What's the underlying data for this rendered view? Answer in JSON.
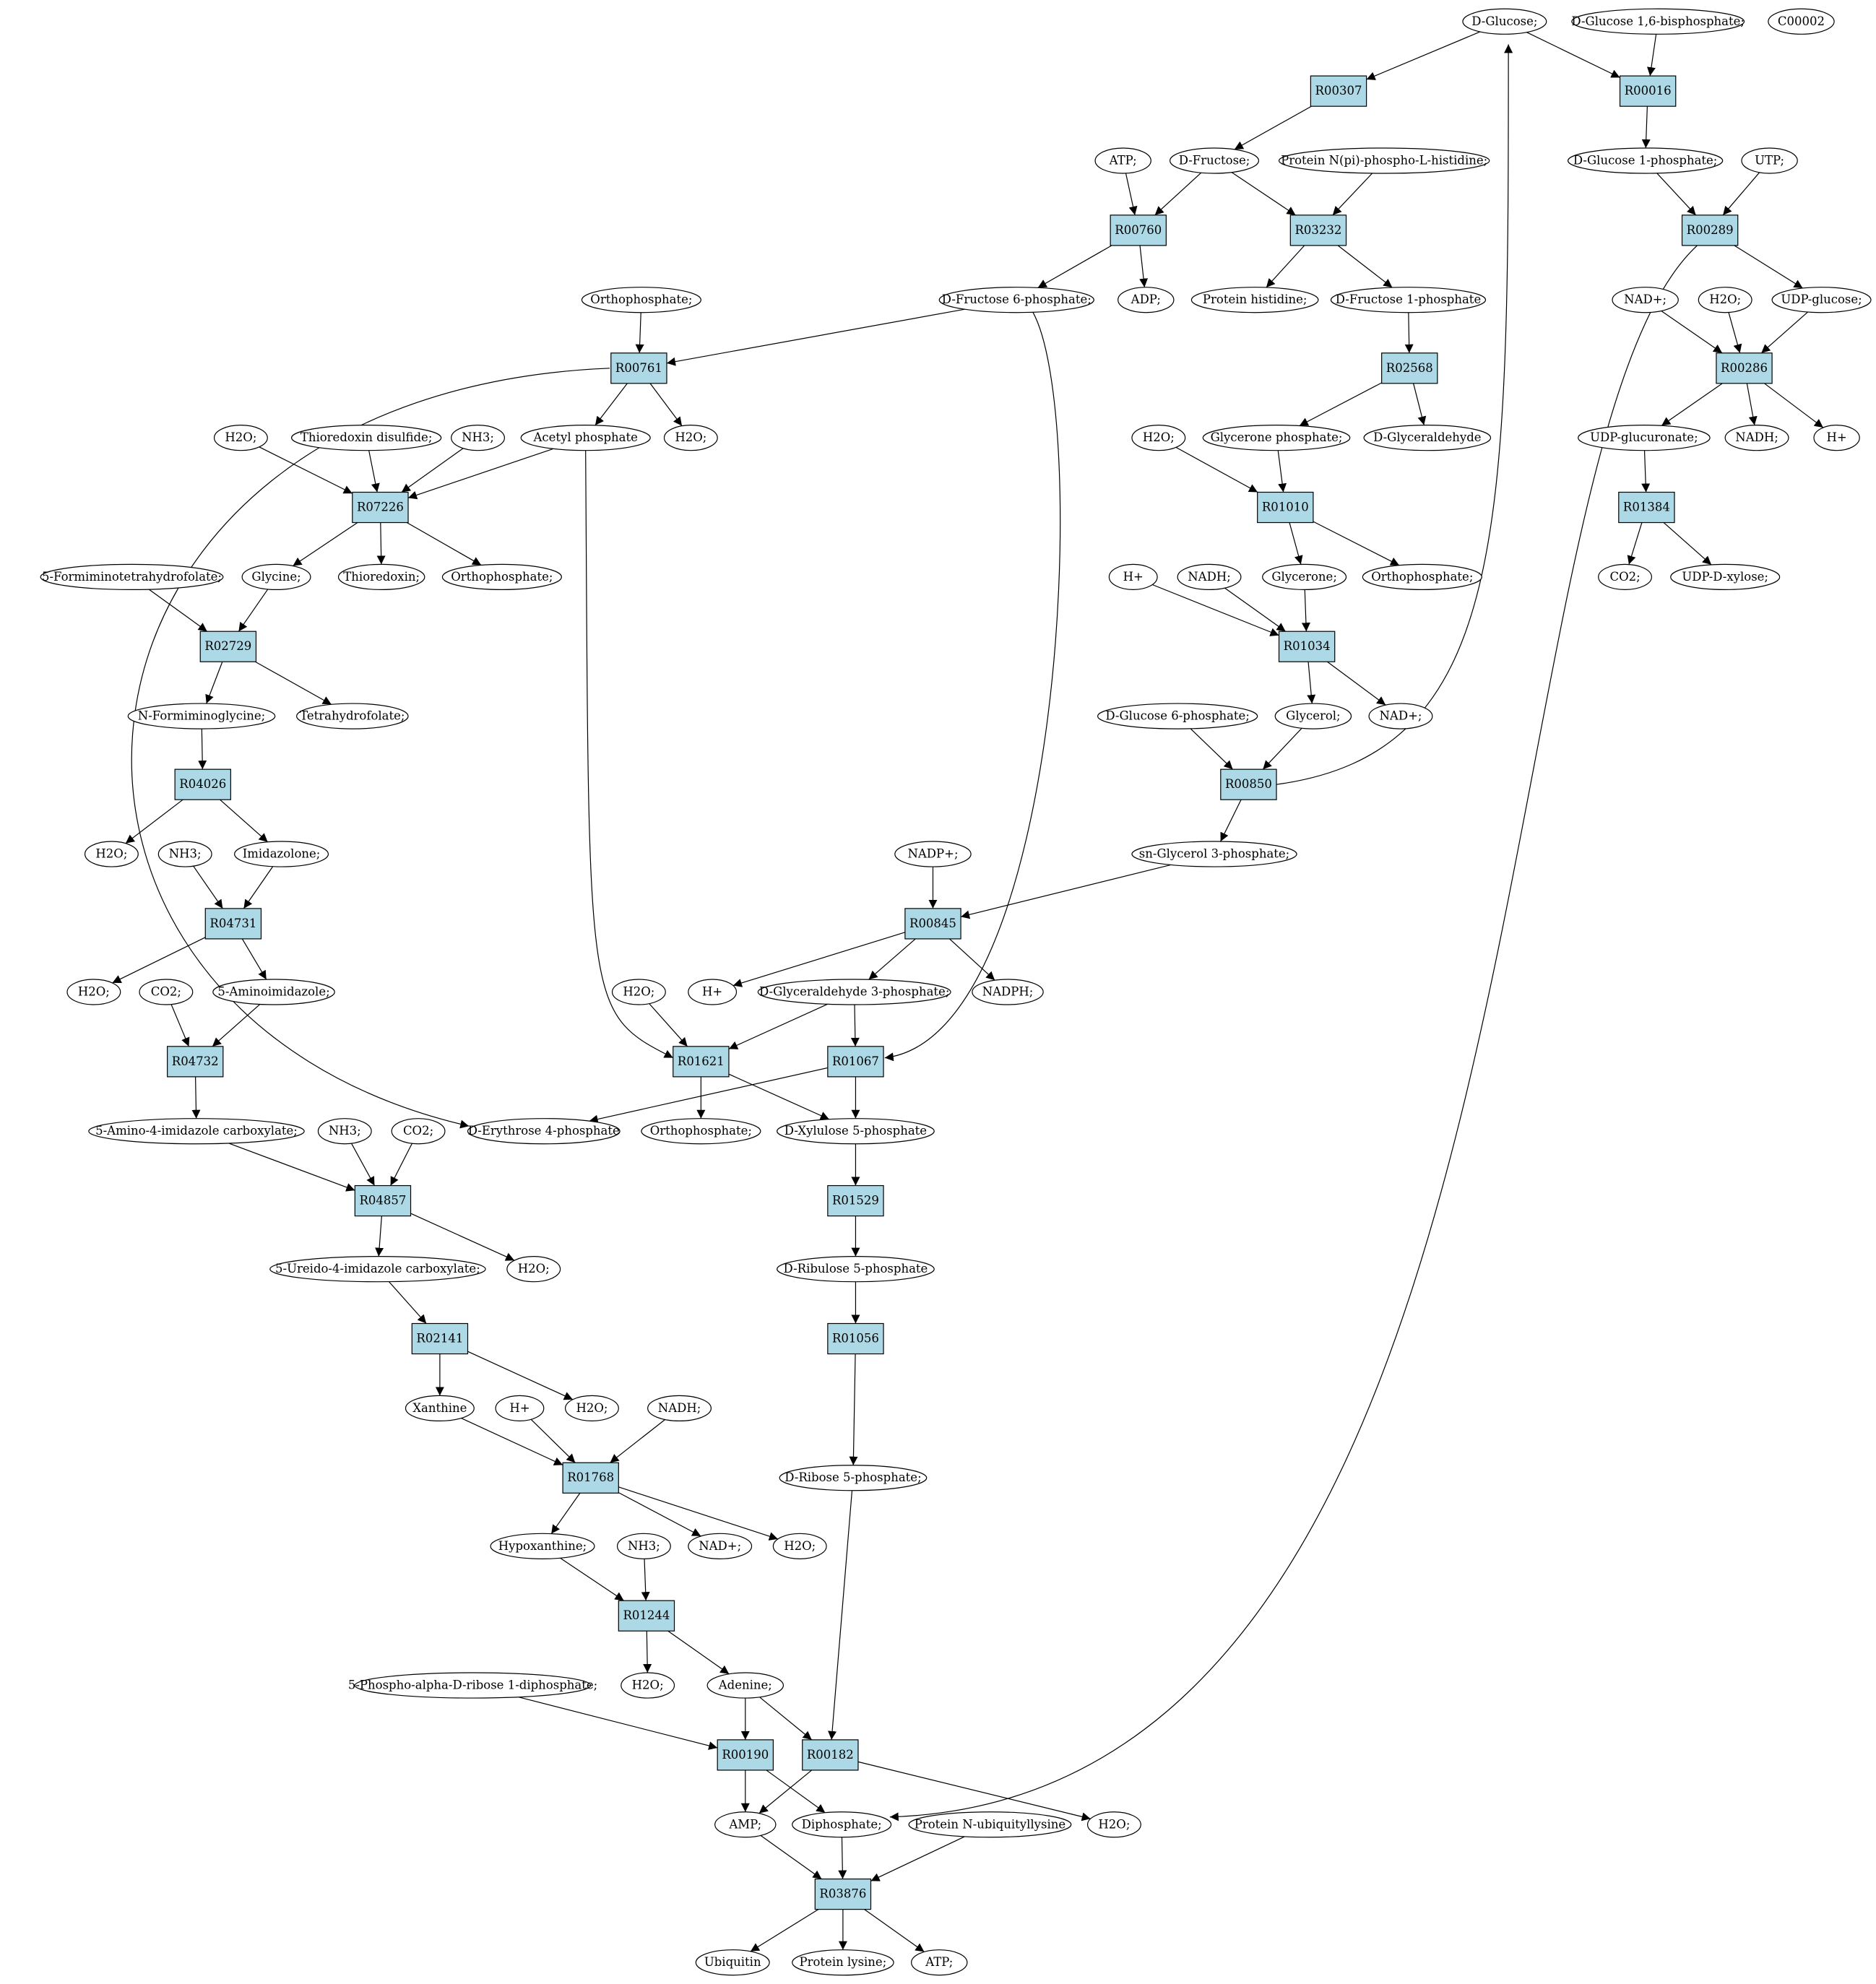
{
  "colors": {
    "reaction_fill": "#add8e6",
    "start_fill": "#00ff00",
    "target_fill": "#ffff00",
    "metabolite_fill": "#ffffff",
    "stroke": "#000000"
  },
  "metabolites": [
    {
      "id": "glc",
      "label": "D-Glucose;",
      "style": "start"
    },
    {
      "id": "glc16bp",
      "label": "D-Glucose 1,6-bisphosphate;"
    },
    {
      "id": "c00002",
      "label": "C00002",
      "style": "target"
    },
    {
      "id": "atp1",
      "label": "ATP;"
    },
    {
      "id": "fru",
      "label": "D-Fructose;"
    },
    {
      "id": "prothis",
      "label": "Protein N(pi)-phospho-L-histidine;"
    },
    {
      "id": "glc1p",
      "label": "D-Glucose 1-phosphate;"
    },
    {
      "id": "utp",
      "label": "UTP;"
    },
    {
      "id": "orthoA",
      "label": "Orthophosphate;"
    },
    {
      "id": "f6p",
      "label": "D-Fructose 6-phosphate;"
    },
    {
      "id": "adp",
      "label": "ADP;"
    },
    {
      "id": "prothis2",
      "label": "Protein histidine;"
    },
    {
      "id": "f1p",
      "label": "D-Fructose 1-phosphate"
    },
    {
      "id": "nadA",
      "label": "NAD+;"
    },
    {
      "id": "h2oA",
      "label": "H2O;"
    },
    {
      "id": "udpglc",
      "label": "UDP-glucose;"
    },
    {
      "id": "h2oB",
      "label": "H2O;"
    },
    {
      "id": "trxss",
      "label": "Thioredoxin disulfide;"
    },
    {
      "id": "nh3A",
      "label": "NH3;"
    },
    {
      "id": "acp",
      "label": "Acetyl phosphate"
    },
    {
      "id": "h2oC",
      "label": "H2O;"
    },
    {
      "id": "h2oD",
      "label": "H2O;"
    },
    {
      "id": "dhap",
      "label": "Glycerone phosphate;"
    },
    {
      "id": "glyald",
      "label": "D-Glyceraldehyde"
    },
    {
      "id": "udpglcur",
      "label": "UDP-glucuronate;"
    },
    {
      "id": "nadhA",
      "label": "NADH;"
    },
    {
      "id": "hA",
      "label": "H+"
    },
    {
      "id": "formthf",
      "label": "5-Formiminotetrahydrofolate;"
    },
    {
      "id": "gly",
      "label": "Glycine;"
    },
    {
      "id": "trx",
      "label": "Thioredoxin;"
    },
    {
      "id": "orthoB",
      "label": "Orthophosphate;"
    },
    {
      "id": "hB",
      "label": "H+"
    },
    {
      "id": "nadhB",
      "label": "NADH;"
    },
    {
      "id": "glycerone",
      "label": "Glycerone;"
    },
    {
      "id": "orthoC",
      "label": "Orthophosphate;"
    },
    {
      "id": "co2A",
      "label": "CO2;"
    },
    {
      "id": "udpxyl",
      "label": "UDP-D-xylose;"
    },
    {
      "id": "formgly",
      "label": "N-Formiminoglycine;"
    },
    {
      "id": "thf",
      "label": "Tetrahydrofolate;"
    },
    {
      "id": "g6p",
      "label": "D-Glucose 6-phosphate;"
    },
    {
      "id": "glycerol",
      "label": "Glycerol;"
    },
    {
      "id": "nadB",
      "label": "NAD+;"
    },
    {
      "id": "h2oE",
      "label": "H2O;"
    },
    {
      "id": "nh3B",
      "label": "NH3;"
    },
    {
      "id": "imidazolone",
      "label": "Imidazolone;"
    },
    {
      "id": "nadp",
      "label": "NADP+;"
    },
    {
      "id": "g3p",
      "label": "sn-Glycerol 3-phosphate;"
    },
    {
      "id": "h2oF",
      "label": "H2O;"
    },
    {
      "id": "co2B",
      "label": "CO2;"
    },
    {
      "id": "aminoimid",
      "label": "5-Aminoimidazole;"
    },
    {
      "id": "h2oG",
      "label": "H2O;"
    },
    {
      "id": "hC",
      "label": "H+"
    },
    {
      "id": "gap",
      "label": "D-Glyceraldehyde 3-phosphate;"
    },
    {
      "id": "nadph",
      "label": "NADPH;"
    },
    {
      "id": "aic",
      "label": "5-Amino-4-imidazole carboxylate;"
    },
    {
      "id": "nh3C",
      "label": "NH3;"
    },
    {
      "id": "co2C",
      "label": "CO2;"
    },
    {
      "id": "e4p",
      "label": "D-Erythrose 4-phosphate"
    },
    {
      "id": "orthoD",
      "label": "Orthophosphate;"
    },
    {
      "id": "xu5p",
      "label": "D-Xylulose 5-phosphate"
    },
    {
      "id": "uic",
      "label": "5-Ureido-4-imidazole carboxylate;"
    },
    {
      "id": "h2oH",
      "label": "H2O;"
    },
    {
      "id": "ru5p",
      "label": "D-Ribulose 5-phosphate"
    },
    {
      "id": "xan",
      "label": "Xanthine"
    },
    {
      "id": "hD",
      "label": "H+"
    },
    {
      "id": "h2oI",
      "label": "H2O;"
    },
    {
      "id": "nadhC",
      "label": "NADH;"
    },
    {
      "id": "r5p",
      "label": "D-Ribose 5-phosphate;"
    },
    {
      "id": "hyp",
      "label": "Hypoxanthine;"
    },
    {
      "id": "nh3D",
      "label": "NH3;"
    },
    {
      "id": "nadC",
      "label": "NAD+;"
    },
    {
      "id": "h2oJ",
      "label": "H2O;"
    },
    {
      "id": "prpp",
      "label": "5-Phospho-alpha-D-ribose 1-diphosphate;"
    },
    {
      "id": "h2oK",
      "label": "H2O;"
    },
    {
      "id": "ade",
      "label": "Adenine;"
    },
    {
      "id": "amp",
      "label": "AMP;"
    },
    {
      "id": "ppi",
      "label": "Diphosphate;"
    },
    {
      "id": "protubq",
      "label": "Protein N-ubiquityllysine"
    },
    {
      "id": "h2oL",
      "label": "H2O;"
    },
    {
      "id": "ubq",
      "label": "Ubiquitin"
    },
    {
      "id": "protlys",
      "label": "Protein lysine;"
    },
    {
      "id": "atp2",
      "label": "ATP;"
    }
  ],
  "reactions": [
    {
      "id": "R00307",
      "label": "R00307"
    },
    {
      "id": "R00016",
      "label": "R00016"
    },
    {
      "id": "R00760",
      "label": "R00760"
    },
    {
      "id": "R03232",
      "label": "R03232"
    },
    {
      "id": "R00289",
      "label": "R00289"
    },
    {
      "id": "R00761",
      "label": "R00761"
    },
    {
      "id": "R02568",
      "label": "R02568"
    },
    {
      "id": "R00286",
      "label": "R00286"
    },
    {
      "id": "R07226",
      "label": "R07226"
    },
    {
      "id": "R01010",
      "label": "R01010"
    },
    {
      "id": "R01384",
      "label": "R01384"
    },
    {
      "id": "R02729",
      "label": "R02729"
    },
    {
      "id": "R01034",
      "label": "R01034"
    },
    {
      "id": "R04026",
      "label": "R04026"
    },
    {
      "id": "R00850",
      "label": "R00850"
    },
    {
      "id": "R04731",
      "label": "R04731"
    },
    {
      "id": "R00845",
      "label": "R00845"
    },
    {
      "id": "R04732",
      "label": "R04732"
    },
    {
      "id": "R01621",
      "label": "R01621"
    },
    {
      "id": "R01067",
      "label": "R01067"
    },
    {
      "id": "R04857",
      "label": "R04857"
    },
    {
      "id": "R01529",
      "label": "R01529"
    },
    {
      "id": "R02141",
      "label": "R02141"
    },
    {
      "id": "R01056",
      "label": "R01056"
    },
    {
      "id": "R01768",
      "label": "R01768"
    },
    {
      "id": "R01244",
      "label": "R01244"
    },
    {
      "id": "R00190",
      "label": "R00190"
    },
    {
      "id": "R00182",
      "label": "R00182"
    },
    {
      "id": "R03876",
      "label": "R03876"
    }
  ],
  "edges": [
    [
      "glc",
      "R00307"
    ],
    [
      "glc",
      "R00016"
    ],
    [
      "glc16bp",
      "R00016"
    ],
    [
      "R00307",
      "fru"
    ],
    [
      "R00016",
      "glc1p"
    ],
    [
      "atp1",
      "R00760"
    ],
    [
      "fru",
      "R00760"
    ],
    [
      "fru",
      "R03232"
    ],
    [
      "prothis",
      "R03232"
    ],
    [
      "glc1p",
      "R00289"
    ],
    [
      "utp",
      "R00289"
    ],
    [
      "R00760",
      "f6p"
    ],
    [
      "R00760",
      "adp"
    ],
    [
      "R03232",
      "prothis2"
    ],
    [
      "R03232",
      "f1p"
    ],
    [
      "R00289",
      "udpglc"
    ],
    [
      "R00289",
      "ppi"
    ],
    [
      "orthoA",
      "R00761"
    ],
    [
      "f6p",
      "R00761"
    ],
    [
      "f6p",
      "R01067"
    ],
    [
      "f1p",
      "R02568"
    ],
    [
      "nadA",
      "R00286"
    ],
    [
      "h2oA",
      "R00286"
    ],
    [
      "udpglc",
      "R00286"
    ],
    [
      "R00761",
      "acp"
    ],
    [
      "R00761",
      "h2oC"
    ],
    [
      "R00761",
      "e4p"
    ],
    [
      "R02568",
      "dhap"
    ],
    [
      "R02568",
      "glyald"
    ],
    [
      "R00286",
      "udpglcur"
    ],
    [
      "R00286",
      "nadhA"
    ],
    [
      "R00286",
      "hA"
    ],
    [
      "h2oB",
      "R07226"
    ],
    [
      "trxss",
      "R07226"
    ],
    [
      "nh3A",
      "R07226"
    ],
    [
      "acp",
      "R07226"
    ],
    [
      "acp",
      "R01621"
    ],
    [
      "h2oD",
      "R01010"
    ],
    [
      "dhap",
      "R01010"
    ],
    [
      "udpglcur",
      "R01384"
    ],
    [
      "R07226",
      "gly"
    ],
    [
      "R07226",
      "trx"
    ],
    [
      "R07226",
      "orthoB"
    ],
    [
      "R01010",
      "glycerone"
    ],
    [
      "R01010",
      "orthoC"
    ],
    [
      "R01384",
      "co2A"
    ],
    [
      "R01384",
      "udpxyl"
    ],
    [
      "formthf",
      "R02729"
    ],
    [
      "gly",
      "R02729"
    ],
    [
      "hB",
      "R01034"
    ],
    [
      "nadhB",
      "R01034"
    ],
    [
      "glycerone",
      "R01034"
    ],
    [
      "R02729",
      "formgly"
    ],
    [
      "R02729",
      "thf"
    ],
    [
      "R01034",
      "glycerol"
    ],
    [
      "R01034",
      "nadB"
    ],
    [
      "formgly",
      "R04026"
    ],
    [
      "g6p",
      "R00850"
    ],
    [
      "glycerol",
      "R00850"
    ],
    [
      "R04026",
      "h2oE"
    ],
    [
      "R04026",
      "imidazolone"
    ],
    [
      "R00850",
      "glc"
    ],
    [
      "R00850",
      "g3p"
    ],
    [
      "nh3B",
      "R04731"
    ],
    [
      "imidazolone",
      "R04731"
    ],
    [
      "nadp",
      "R00845"
    ],
    [
      "g3p",
      "R00845"
    ],
    [
      "R04731",
      "h2oF"
    ],
    [
      "R04731",
      "aminoimid"
    ],
    [
      "R00845",
      "hC"
    ],
    [
      "R00845",
      "gap"
    ],
    [
      "R00845",
      "nadph"
    ],
    [
      "co2B",
      "R04732"
    ],
    [
      "aminoimid",
      "R04732"
    ],
    [
      "h2oG",
      "R01621"
    ],
    [
      "gap",
      "R01621"
    ],
    [
      "gap",
      "R01067"
    ],
    [
      "R04732",
      "aic"
    ],
    [
      "R01621",
      "orthoD"
    ],
    [
      "R01621",
      "xu5p"
    ],
    [
      "R01067",
      "e4p"
    ],
    [
      "R01067",
      "xu5p"
    ],
    [
      "aic",
      "R04857"
    ],
    [
      "nh3C",
      "R04857"
    ],
    [
      "co2C",
      "R04857"
    ],
    [
      "xu5p",
      "R01529"
    ],
    [
      "R04857",
      "uic"
    ],
    [
      "R04857",
      "h2oH"
    ],
    [
      "R01529",
      "ru5p"
    ],
    [
      "uic",
      "R02141"
    ],
    [
      "ru5p",
      "R01056"
    ],
    [
      "R02141",
      "xan"
    ],
    [
      "R02141",
      "h2oI"
    ],
    [
      "R01056",
      "r5p"
    ],
    [
      "xan",
      "R01768"
    ],
    [
      "hD",
      "R01768"
    ],
    [
      "nadhC",
      "R01768"
    ],
    [
      "R01768",
      "hyp"
    ],
    [
      "R01768",
      "nadC"
    ],
    [
      "R01768",
      "h2oJ"
    ],
    [
      "hyp",
      "R01244"
    ],
    [
      "nh3D",
      "R01244"
    ],
    [
      "R01244",
      "h2oK"
    ],
    [
      "R01244",
      "ade"
    ],
    [
      "prpp",
      "R00190"
    ],
    [
      "ade",
      "R00190"
    ],
    [
      "ade",
      "R00182"
    ],
    [
      "r5p",
      "R00182"
    ],
    [
      "R00190",
      "amp"
    ],
    [
      "R00190",
      "ppi"
    ],
    [
      "R00182",
      "amp"
    ],
    [
      "R00182",
      "h2oL"
    ],
    [
      "amp",
      "R03876"
    ],
    [
      "ppi",
      "R03876"
    ],
    [
      "protubq",
      "R03876"
    ],
    [
      "R03876",
      "ubq"
    ],
    [
      "R03876",
      "protlys"
    ],
    [
      "R03876",
      "atp2"
    ]
  ]
}
